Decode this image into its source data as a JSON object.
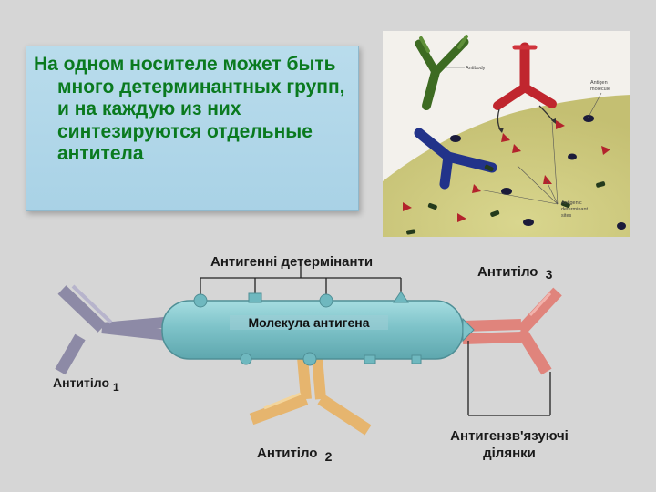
{
  "text_box": {
    "text": "На одном носителе может быть много детерминантных групп, и на каждую из них синтезируются отдельные антитела"
  },
  "photo": {
    "label_antibody": "Antibody",
    "label_antigen_molecule_1": "Antigen",
    "label_antigen_molecule_2": "molecule",
    "label_sites_1": "Antigenic",
    "label_sites_2": "determinant",
    "label_sites_3": "sites"
  },
  "diagram": {
    "determinants_label": "Антигенні детермінанти",
    "molecule_label": "Молекула антигена",
    "antibody1_label": "Антитіло",
    "antibody1_num": "1",
    "antibody2_label": "Антитіло",
    "antibody2_num": "2",
    "antibody3_label": "Антитіло",
    "antibody3_num": "3",
    "binding_sites_label_1": "Антигензв'язуючі",
    "binding_sites_label_2": "ділянки"
  },
  "colors": {
    "text_green": "#0a7a1f",
    "box_blue": "#b9dcec",
    "molecule_teal": "#7ec3c9",
    "antibody1": "#8d8aa6",
    "antibody2": "#e6b56e",
    "antibody3": "#e0847c"
  }
}
